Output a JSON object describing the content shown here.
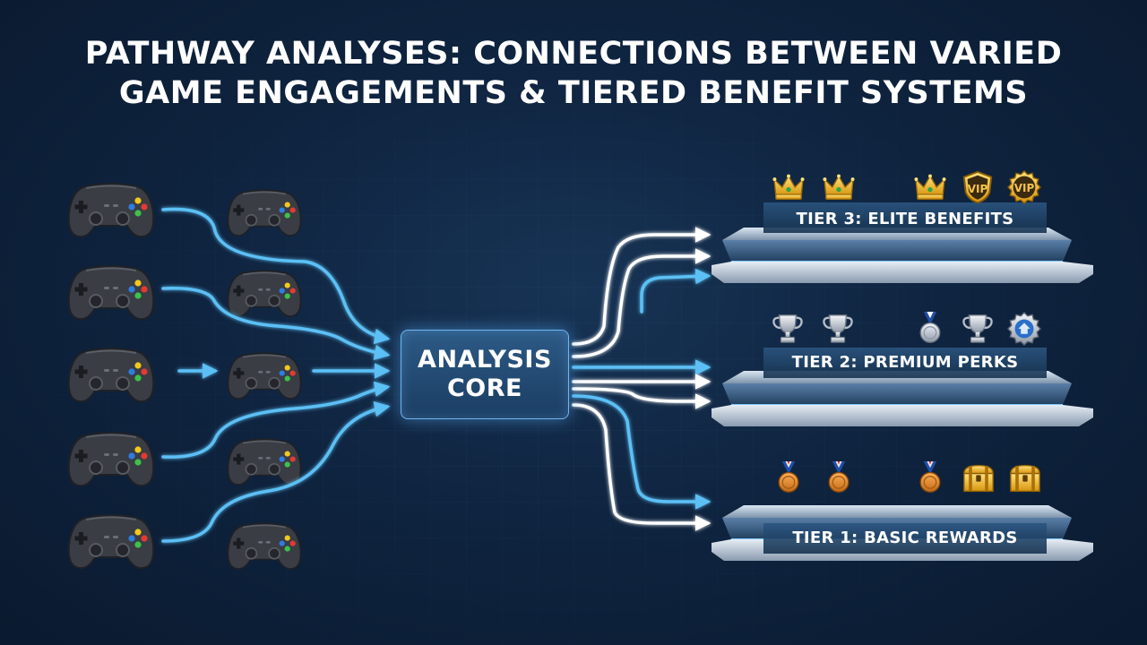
{
  "title": {
    "line1": "PATHWAY ANALYSES: CONNECTIONS BETWEEN VARIED",
    "line2": "GAME ENGAGEMENTS & TIERED BENEFIT SYSTEMS"
  },
  "core": {
    "line1": "ANALYSIS",
    "line2": "CORE"
  },
  "tiers": [
    {
      "label": "TIER 3: ELITE BENEFITS",
      "icons": [
        "crown-icon",
        "crown-icon",
        "crown-icon",
        "vip-badge-icon",
        "vip-badge-icon"
      ],
      "badge_text": "VIP"
    },
    {
      "label": "TIER 2: PREMIUM PERKS",
      "icons": [
        "trophy-icon",
        "trophy-icon",
        "medal-icon",
        "trophy-icon",
        "gear-badge-icon"
      ]
    },
    {
      "label": "TIER 1: BASIC REWARDS",
      "icons": [
        "medal-icon",
        "medal-icon",
        "medal-icon",
        "treasure-chest-icon",
        "treasure-chest-icon"
      ]
    }
  ],
  "controllers": {
    "count": 10,
    "icon": "gamepad-icon"
  },
  "colors": {
    "background": "#0f2440",
    "flow_blue": "#5cc0f5",
    "flow_white": "#ffffff",
    "gold": "#f2b91f",
    "silver": "#c8ced6",
    "bronze": "#e08a2a"
  }
}
